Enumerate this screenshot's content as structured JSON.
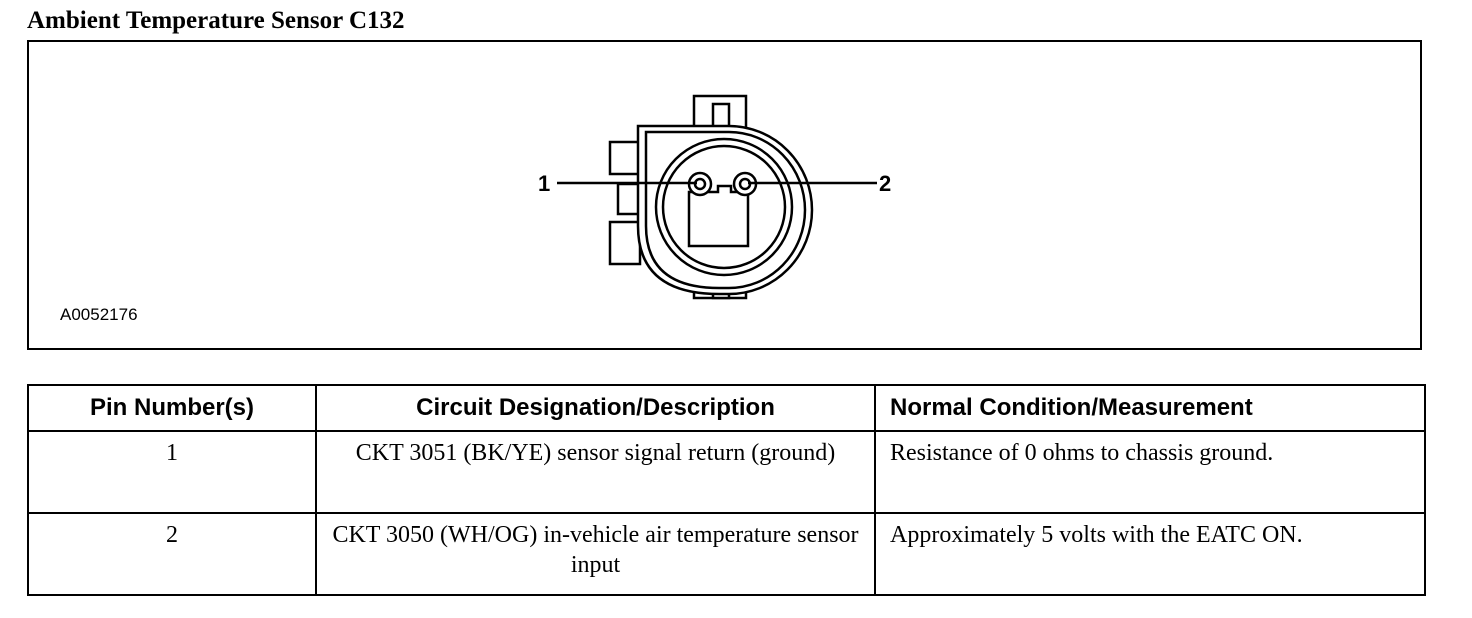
{
  "document": {
    "title": "Ambient Temperature Sensor C132"
  },
  "figure": {
    "id": "A0052176",
    "pin_labels": [
      "1",
      "2"
    ]
  },
  "table": {
    "headers": [
      "Pin Number(s)",
      "Circuit Designation/Description",
      "Normal Condition/Measurement"
    ],
    "rows": [
      {
        "pin": "1",
        "circuit": "CKT 3051 (BK/YE) sensor signal return (ground)",
        "condition": "Resistance of 0 ohms to chassis ground."
      },
      {
        "pin": "2",
        "circuit": "CKT 3050 (WH/OG) in-vehicle air temperature sensor input",
        "condition": "Approximately 5 volts with the EATC ON."
      }
    ]
  }
}
